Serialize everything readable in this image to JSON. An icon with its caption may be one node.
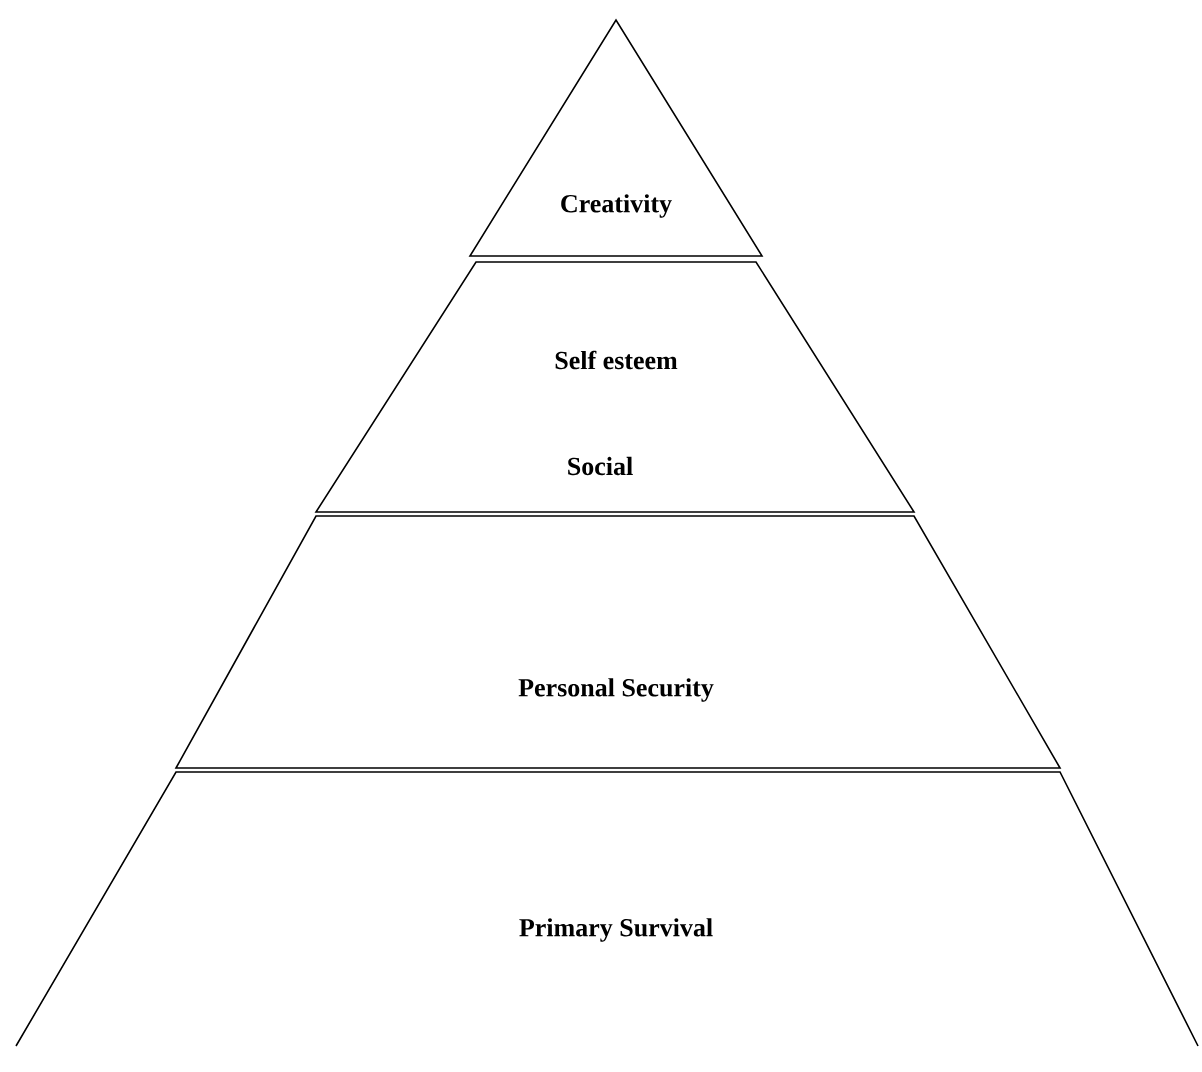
{
  "diagram": {
    "nodes": [
      {
        "text": [
          "Creativity"
        ]
      },
      {
        "text": [
          "Self esteem",
          "Social"
        ]
      },
      {
        "text": [
          "Personal Security"
        ]
      },
      {
        "text": [
          "Primary Survival"
        ]
      }
    ]
  }
}
